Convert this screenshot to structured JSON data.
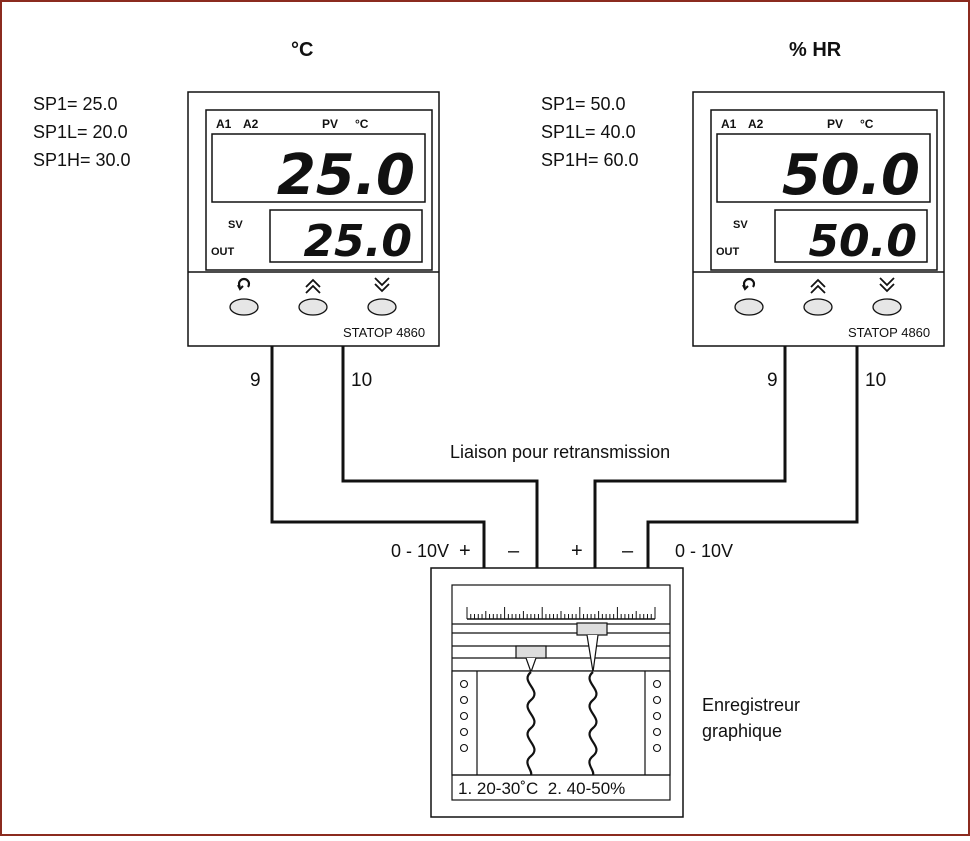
{
  "left_controller": {
    "unit_title": "°C",
    "sp_lines": [
      "SP1= 25.0",
      "SP1L= 20.0",
      "SP1H= 30.0"
    ],
    "labels": {
      "a1": "A1",
      "a2": "A2",
      "pv": "PV",
      "deg": "°C",
      "sv": "SV",
      "out": "OUT"
    },
    "pv_value": "25.0",
    "sv_value": "25.0",
    "model": "STATOP 4860",
    "terminal_a": "9",
    "terminal_b": "10"
  },
  "right_controller": {
    "unit_title": "% HR",
    "sp_lines": [
      "SP1= 50.0",
      "SP1L= 40.0",
      "SP1H= 60.0"
    ],
    "labels": {
      "a1": "A1",
      "a2": "A2",
      "pv": "PV",
      "deg": "°C",
      "sv": "SV",
      "out": "OUT"
    },
    "pv_value": "50.0",
    "sv_value": "50.0",
    "model": "STATOP 4860",
    "terminal_a": "9",
    "terminal_b": "10"
  },
  "connections": {
    "link_label": "Liaison pour retransmission",
    "left_range": "0 - 10V",
    "left_plus": "+",
    "left_minus": "–",
    "right_plus": "+",
    "right_minus": "–",
    "right_range": "0 - 10V"
  },
  "recorder": {
    "label_line1": "Enregistreur",
    "label_line2": "graphique",
    "channels_text": "1. 20-30˚C  2. 40-50%"
  },
  "icons": [
    "loop-arrow-icon",
    "double-chevron-up-icon",
    "double-chevron-down-icon"
  ],
  "colors": {
    "frame": "#8b2b1f",
    "line": "#111111",
    "button": "#e6e6e6"
  }
}
